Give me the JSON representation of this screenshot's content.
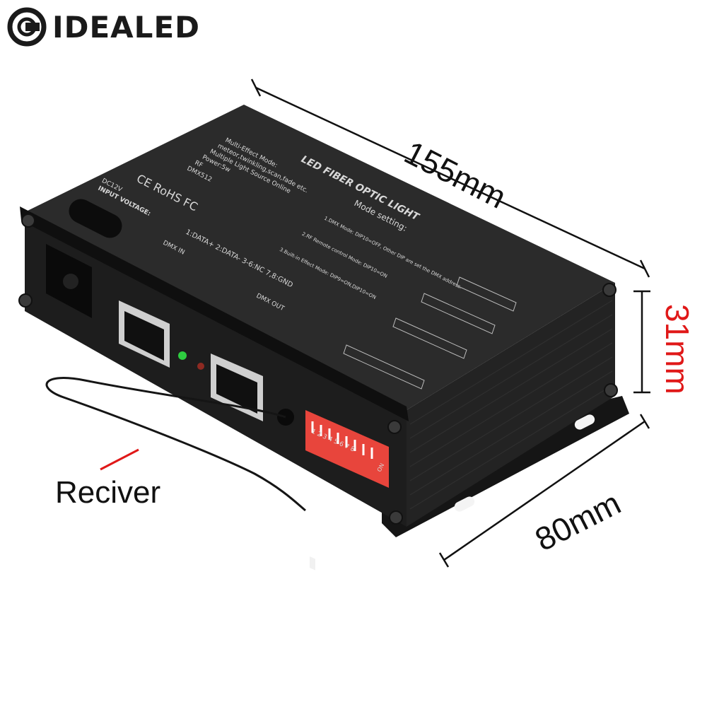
{
  "brand": {
    "name": "IDEALED"
  },
  "dimensions": {
    "length": "155mm",
    "height": "31mm",
    "width": "80mm"
  },
  "callout": {
    "receiver": "Reciver"
  },
  "device": {
    "title": "LED FIBER OPTIC LIGHT",
    "mode_setting": "Mode setting:",
    "features": [
      "Multi-Effect Mode:",
      "meteor,twinkling,scan,fade etc.",
      "Multiple Light Source Online",
      "Power:5w",
      "RF",
      "DMX512"
    ],
    "input_voltage": "INPUT VOLTAGE:",
    "input_value": "DC12V",
    "certifications": "CE RoHS FC",
    "pinout": "1:DATA+  2:DATA-  3-6:NC  7,8:GND",
    "dmx_in": "DMX IN",
    "dmx_out": "DMX OUT",
    "modes": [
      "1.DMX Mode: DIP10=OFF, Other DIP are set the DMX address.",
      "2.RF Remote control Mode: DIP10=ON",
      "3.Built-in Effect Mode: DIP9=ON,DIP10=ON"
    ],
    "dip_numbers": "1 2 3 4 5 6 7 8",
    "dip_on": "ON",
    "colors": {
      "body": "#1c1c1c",
      "top": "#2a2a2a",
      "dip": "#e8453c",
      "led_green": "#2ecc40",
      "led_red": "#c0392b"
    }
  }
}
